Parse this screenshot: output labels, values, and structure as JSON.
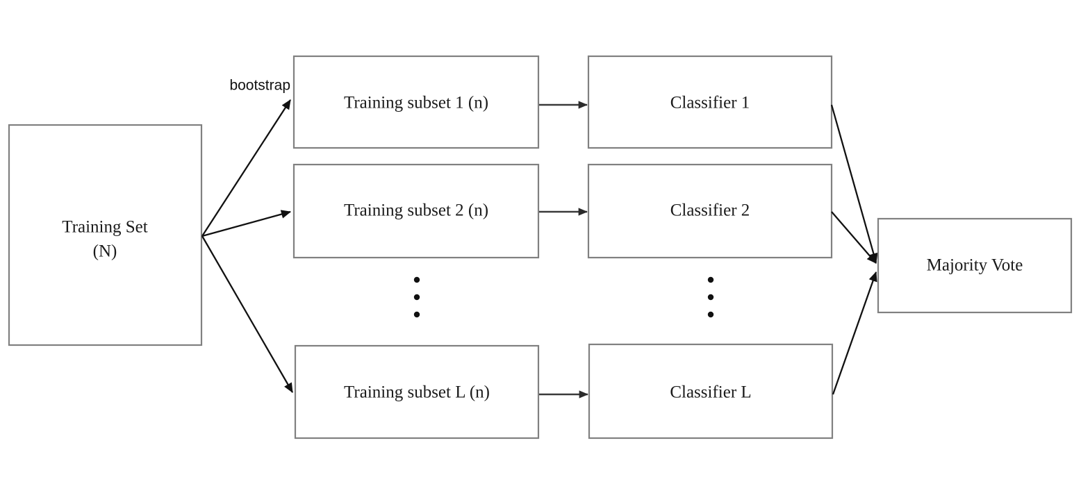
{
  "diagram": {
    "title": "Bagging ensemble (bootstrap aggregating) block diagram",
    "type": "flow-diagram",
    "background_color": "#ffffff",
    "box_border_color": "#808080",
    "arrow_color": "#111111",
    "text_color": "#1a1a1a",
    "source": {
      "id": "training-set",
      "label_line1": "Training Set",
      "label_line2": "(N)"
    },
    "annotations": [
      {
        "id": "bootstrap-label",
        "text": "bootstrap"
      }
    ],
    "subsets": [
      {
        "id": "training-subset-1",
        "label": "Training subset 1 (n)"
      },
      {
        "id": "training-subset-2",
        "label": "Training subset 2 (n)"
      },
      {
        "id": "training-subset-l",
        "label": "Training subset L (n)"
      }
    ],
    "classifiers": [
      {
        "id": "classifier-1",
        "label": "Classifier 1"
      },
      {
        "id": "classifier-2",
        "label": "Classifier 2"
      },
      {
        "id": "classifier-l",
        "label": "Classifier L"
      }
    ],
    "aggregator": {
      "id": "majority-vote",
      "label": "Majority Vote"
    },
    "ellipses": [
      {
        "id": "subset-ellipsis",
        "glyph": "vertical-dots",
        "dots": 3
      },
      {
        "id": "classifier-ellipsis",
        "glyph": "vertical-dots",
        "dots": 3
      }
    ]
  }
}
